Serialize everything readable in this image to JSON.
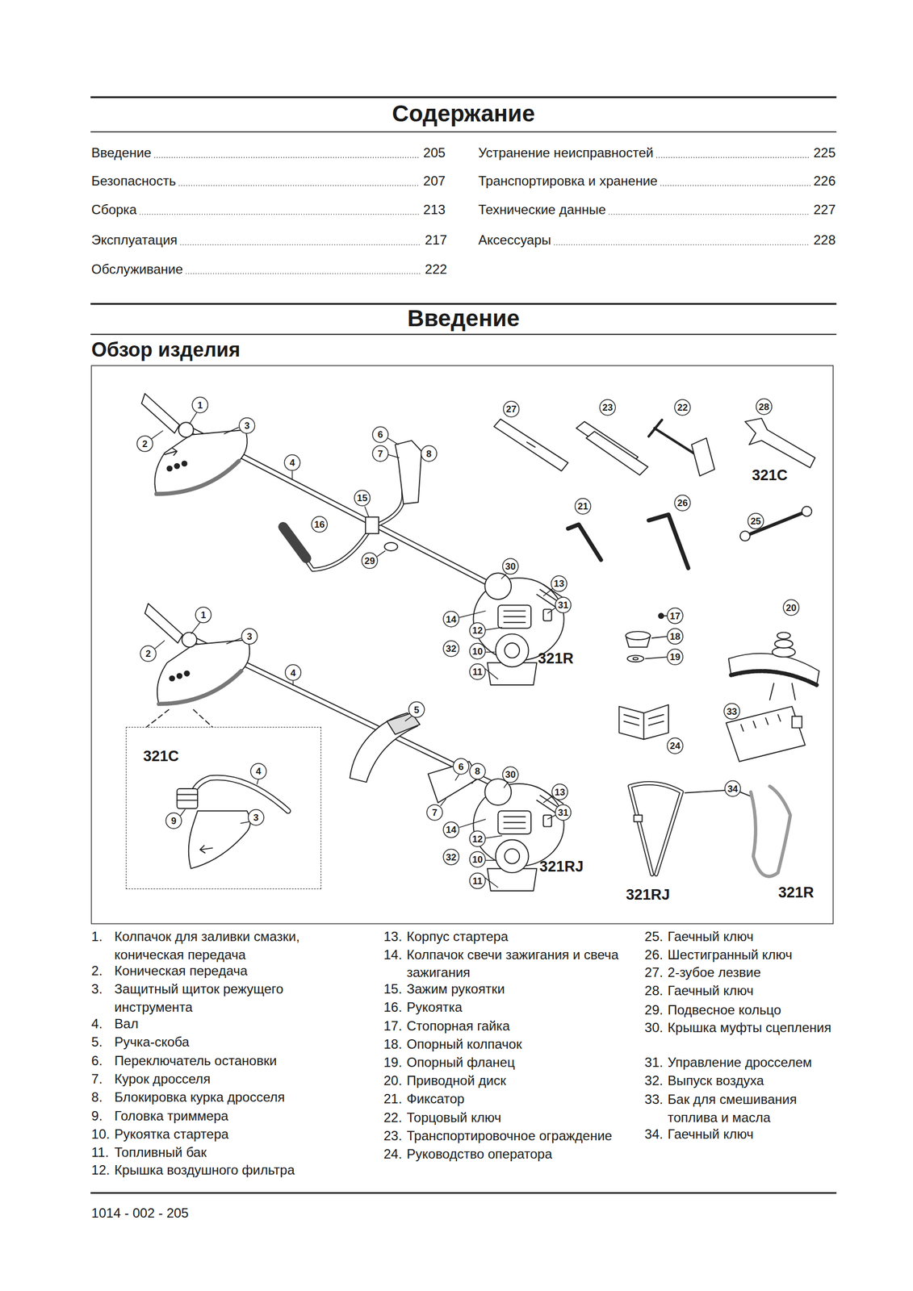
{
  "diagram": {
    "title": "Содержание",
    "nodes": [
      {
        "text": [
          "321C"
        ]
      }
    ],
    "labels": [
      "Введение",
      "205",
      "Безопасность",
      "207",
      "Сборка",
      "213",
      "Эксплуатация",
      "217",
      "Обслуживание",
      "222",
      "Устранение неисправностей",
      "225",
      "Транспортировка и хранение",
      "226",
      "Технические данные",
      "227",
      "Аксессуары",
      "228",
      "Введение",
      "Обзор изделия",
      "1",
      "2",
      "3",
      "4",
      "6",
      "7",
      "8",
      "15",
      "16",
      "29",
      "30",
      "13",
      "14",
      "31",
      "12",
      "32",
      "10",
      "11",
      "321R",
      "1",
      "2",
      "3",
      "4",
      "5",
      "6",
      "8",
      "30",
      "7",
      "13",
      "31",
      "14",
      "12",
      "32",
      "10",
      "11",
      "321RJ",
      "4",
      "9",
      "3",
      "27",
      "23",
      "22",
      "28",
      "321C",
      "21",
      "26",
      "25",
      "17",
      "18",
      "19",
      "20",
      "24",
      "33",
      "34",
      "321RJ",
      "321R",
      "1.",
      "Колпачок для заливки смазки, коническая передача",
      "2.",
      "Коническая передача",
      "3.",
      "Защитный щиток режущего инструмента",
      "4.",
      "Вал",
      "5.",
      "Ручка-скоба",
      "6.",
      "Переключатель остановки",
      "7.",
      "Курок дросселя",
      "8.",
      "Блокировка курка дросселя",
      "9.",
      "Головка триммера",
      "10.",
      "Рукоятка стартера",
      "11.",
      "Топливный бак",
      "12.",
      "Крышка воздушного фильтра",
      "13.",
      "Корпус стартера",
      "14.",
      "Колпачок свечи зажигания и свеча зажигания",
      "15.",
      "Зажим рукоятки",
      "16.",
      "Рукоятка",
      "17.",
      "Стопорная гайка",
      "18.",
      "Опорный колпачок",
      "19.",
      "Опорный фланец",
      "20.",
      "Приводной диск",
      "21.",
      "Фиксатор",
      "22.",
      "Торцовый ключ",
      "23.",
      "Транспортировочное ограждение",
      "24.",
      "Руководство оператора",
      "25.",
      "Гаечный ключ",
      "26.",
      "Шестигранный ключ",
      "27.",
      "2-зубое лезвие",
      "28.",
      "Гаечный ключ",
      "29.",
      "Подвесное кольцо",
      "30.",
      "Крышка муфты сцепления",
      "31.",
      "Управление дросселем",
      "32.",
      "Выпуск воздуха",
      "33.",
      "Бак для смешивания топлива и масла",
      "34.",
      "Гаечный ключ",
      "1014 - 002 - 205"
    ]
  }
}
